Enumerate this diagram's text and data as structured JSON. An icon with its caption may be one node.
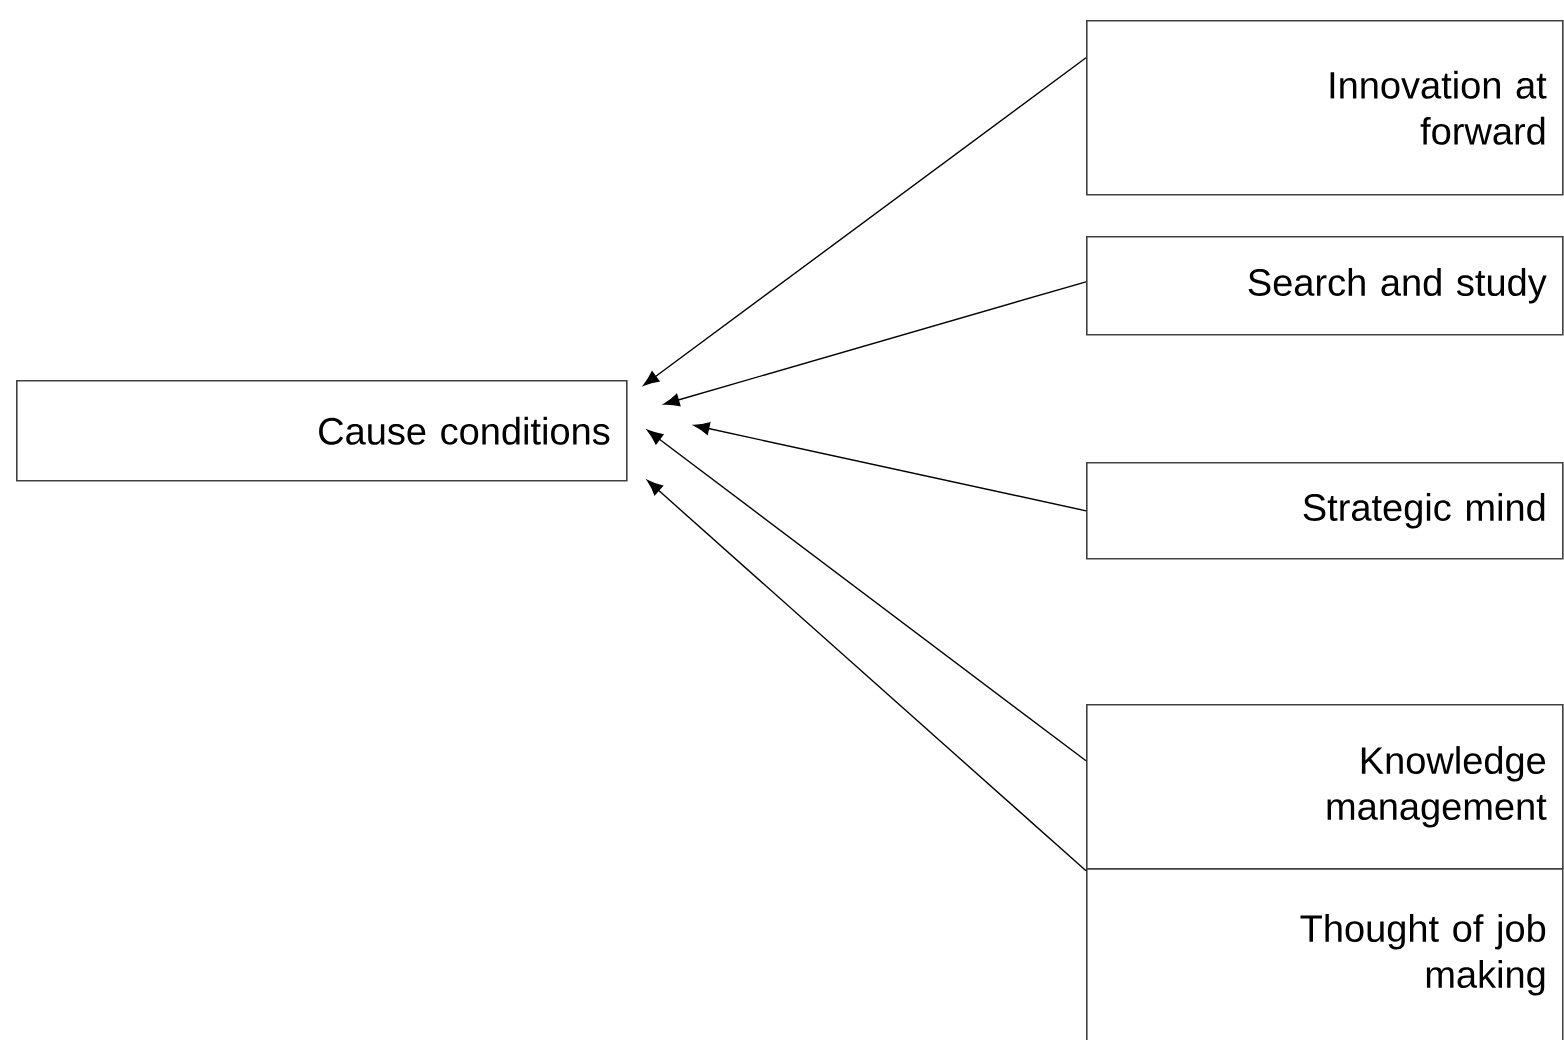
{
  "diagram": {
    "nodes": [
      {
        "text": [
          "Cause conditions"
        ]
      },
      {
        "text": [
          "Innovation at forward"
        ]
      },
      {
        "text": [
          "Search and study"
        ]
      },
      {
        "text": [
          "Strategic mind"
        ]
      },
      {
        "text": [
          "Knowledge management"
        ]
      },
      {
        "text": [
          "Thought of job making"
        ]
      }
    ],
    "edges": [
      {
        "from": 1,
        "to": 0,
        "arrow": "to"
      },
      {
        "from": 2,
        "to": 0,
        "arrow": "to"
      },
      {
        "from": 3,
        "to": 0,
        "arrow": "to"
      },
      {
        "from": 4,
        "to": 0,
        "arrow": "to"
      },
      {
        "from": 5,
        "to": 0,
        "arrow": "to"
      }
    ]
  }
}
